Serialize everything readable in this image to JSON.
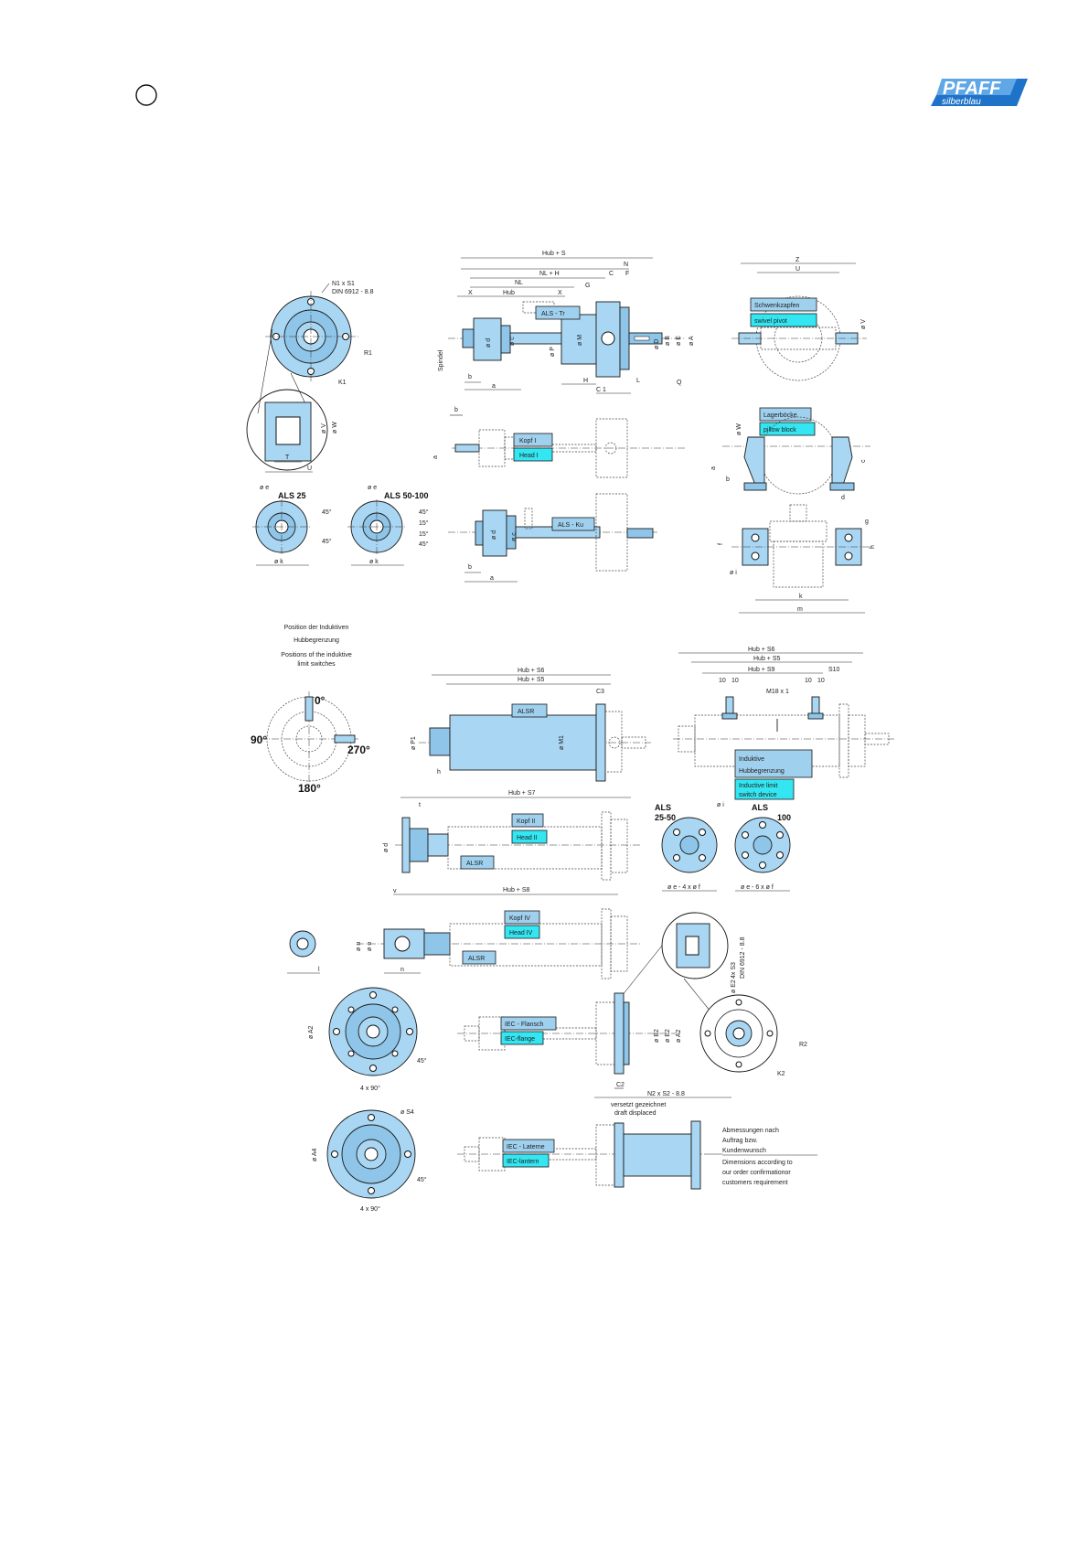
{
  "logo": {
    "brand": "PFAFF",
    "sub": "silberblau",
    "color_blue": "#1e73c8",
    "color_light": "#5fa7e6"
  },
  "colors": {
    "part": "#a9d6f2",
    "label_de": "#9fd0ee",
    "label_en": "#33e6f2"
  },
  "dims": {
    "hub_s": "Hub + S",
    "n": "N",
    "nl_h": "NL + H",
    "c": "C",
    "f": "F",
    "nl": "NL",
    "g": "G",
    "x": "X",
    "hub": "Hub",
    "b": "b",
    "a": "a",
    "h": "H",
    "c1": "C 1",
    "l": "L",
    "q": "Q",
    "od": "ø d",
    "oc": "ø c",
    "om": "ø M",
    "ob": "ø B",
    "oe": "ø E",
    "oa": "ø A",
    "od2": "ø D",
    "op": "ø P",
    "spindel": "Spindel",
    "n1_s1": "N1 x S1",
    "din1": "DIN 6912 - 8.8",
    "r1": "R1",
    "k1": "K1",
    "ov": "ø V",
    "ow": "ø W",
    "t": "T",
    "u": "U",
    "z": "Z",
    "oe_small": "ø e",
    "ok": "ø k",
    "a45": "45°",
    "a15": "15°",
    "hub_s6": "Hub + S6",
    "hub_s5": "Hub + S5",
    "hub_s9": "Hub + S9",
    "c3": "C3",
    "op1": "ø P1",
    "om1": "ø M1",
    "h_small": "h",
    "d10": "10",
    "s10": "S10",
    "m18": "M18 x 1",
    "hub_s7": "Hub + S7",
    "t_small": "t",
    "od_small": "ø d",
    "oi": "ø i",
    "oe4": "ø e - 4 x ø f",
    "oe6": "ø e - 6 x ø f",
    "hub_s8": "Hub + S8",
    "v": "v",
    "ou": "ø u",
    "oo": "ø o",
    "n_small": "n",
    "l_small": "l",
    "oa2": "ø A2",
    "ob2": "ø B2",
    "oe2": "ø E2",
    "c2": "C2",
    "n2_s2": "N2 x S2 - 8.8",
    "r2": "R2",
    "k2": "K2",
    "four_s3": "4x S3",
    "din2": "DIN 6912 - 8.8",
    "deg90x4": "4 x 90°",
    "oa4": "ø A4",
    "os4": "ø S4",
    "a_small": "a",
    "c_small": "c",
    "d_small": "d",
    "g_small": "g",
    "k_small": "k",
    "m_small": "m",
    "f_small": "f",
    "i_small": "i"
  },
  "labels": {
    "als_tr": "ALS - Tr",
    "schwenkzapfen": "Schwenkzapfen",
    "swivel_pivot": "swivel pivot",
    "kopf1": "Kopf I",
    "head1": "Head I",
    "lagerboecke": "Lagerböcke",
    "pillow_block": "pillow block",
    "als_ku": "ALS - Ku",
    "als25": "ALS 25",
    "als50_100": "ALS 50-100",
    "alsr": "ALSR",
    "kopf2": "Kopf II",
    "head2": "Head II",
    "kopf4": "Kopf IV",
    "head4": "Head IV",
    "iec_flansch": "IEC - Flansch",
    "iec_flange": "IEC-flange",
    "iec_laterne": "IEC - Laterne",
    "iec_lantern": "IEC-lantern",
    "induktive_1": "Induktive",
    "induktive_2": "Hubbegrenzung",
    "inductive_1": "Inductive limit",
    "inductive_2": "switch device",
    "als_25_50_a": "ALS",
    "als_25_50_b": "25-50",
    "als_100_a": "ALS",
    "als_100_b": "100",
    "versetzt_1": "versetzt gezeichnet",
    "versetzt_2": "draft displaced"
  },
  "position": {
    "title_de_1": "Position der Induktiven",
    "title_de_2": "Hubbegrenzung",
    "title_en_1": "Positions of the induktive",
    "title_en_2": "limit switches",
    "deg0": "0°",
    "deg90": "90°",
    "deg180": "180°",
    "deg270": "270°"
  },
  "note": {
    "de_1": "Abmessungen nach",
    "de_2": "Auftrag bzw.",
    "de_3": "Kundenwunsch",
    "en_1": "Dimensions according to",
    "en_2": "our order confirmationor",
    "en_3": "customers requirement"
  }
}
